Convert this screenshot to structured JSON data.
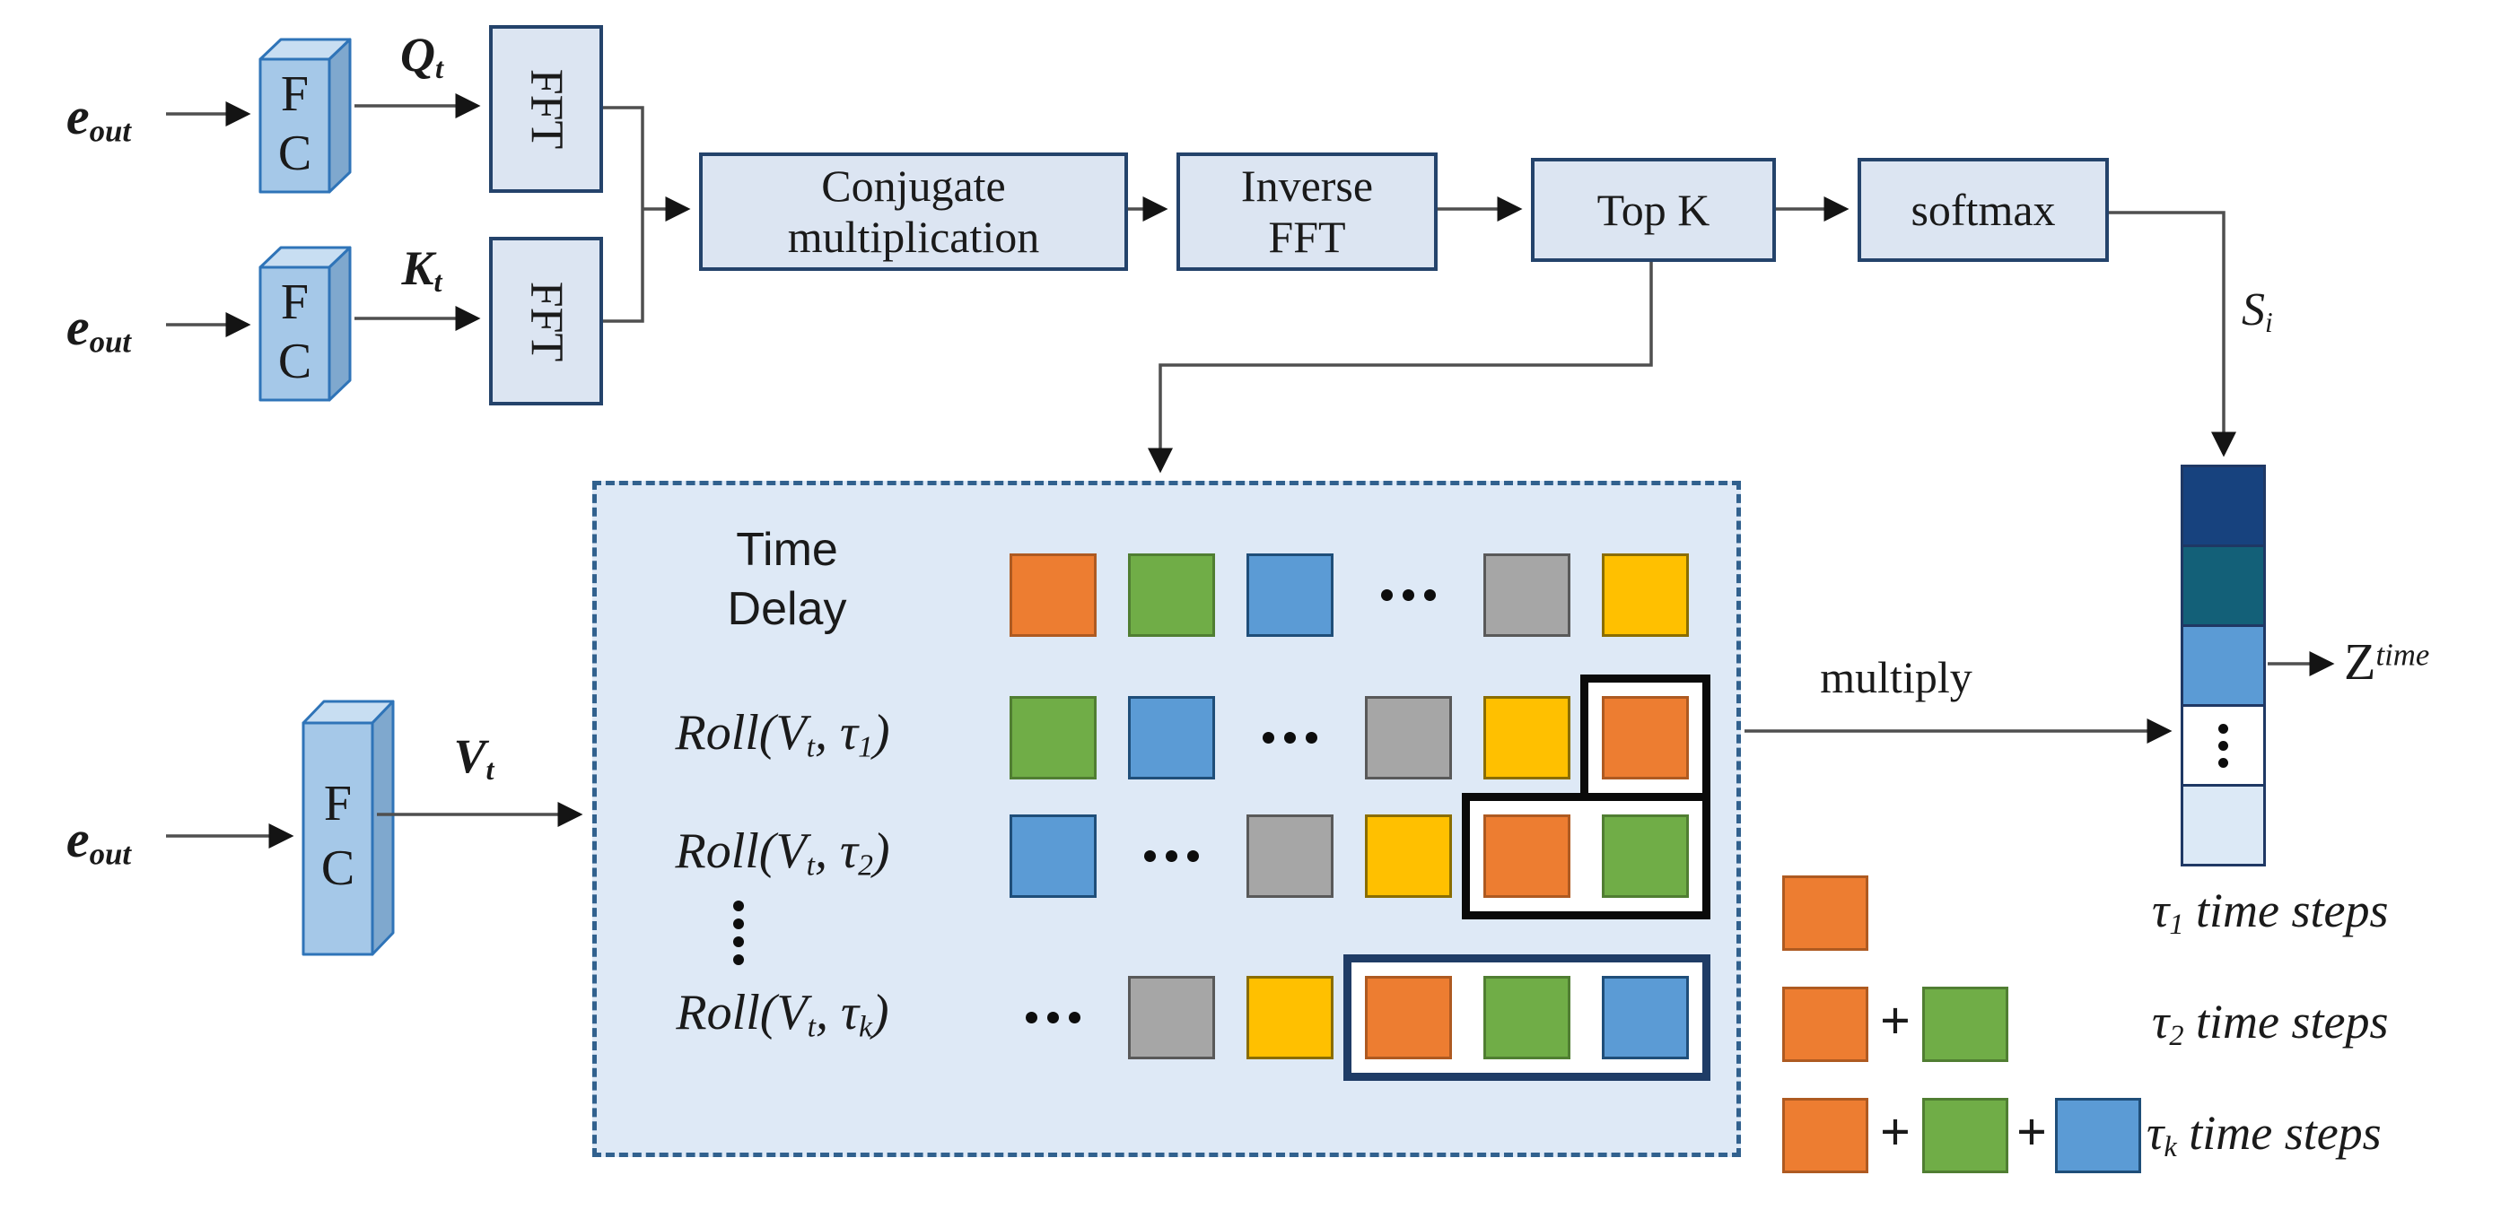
{
  "labels": {
    "e_out": {
      "main": "e",
      "sub": "out"
    },
    "fc": {
      "line1": "F",
      "line2": "C"
    },
    "fft": "FFT",
    "conjugate": {
      "line1": "Conjugate",
      "line2": "multiplication"
    },
    "inverse_fft": {
      "line1": "Inverse",
      "line2": "FFT"
    },
    "top_k": "Top K",
    "softmax": "softmax",
    "q": {
      "main": "Q",
      "sub": "t"
    },
    "k": {
      "main": "K",
      "sub": "t"
    },
    "v": {
      "main": "V",
      "sub": "t"
    },
    "s_i": {
      "main": "S",
      "sub": "i"
    },
    "z_time": {
      "main": "Z",
      "sup": "time"
    },
    "multiply": "multiply",
    "time_delay": {
      "line1": "Time",
      "line2": "Delay"
    }
  },
  "delay_grid": {
    "rows": [
      {
        "id": "time-delay-row",
        "label_parts": [],
        "cells": [
          "orange",
          "green",
          "blue",
          "dots",
          "gray",
          "yellow"
        ],
        "box_range": null,
        "box_color": null
      },
      {
        "id": "roll-tau1-row",
        "label_parts": [
          [
            "t",
            "Roll(V"
          ],
          [
            "s",
            "t"
          ],
          [
            "t",
            ", τ"
          ],
          [
            "s",
            "1"
          ],
          [
            "t",
            ")"
          ]
        ],
        "cells": [
          "green",
          "blue",
          "dots",
          "gray",
          "yellow",
          "orange"
        ],
        "box_range": [
          5,
          5
        ],
        "box_color": "black"
      },
      {
        "id": "roll-tau2-row",
        "label_parts": [
          [
            "t",
            "Roll(V"
          ],
          [
            "s",
            "t"
          ],
          [
            "t",
            ", τ"
          ],
          [
            "s",
            "2"
          ],
          [
            "t",
            ")"
          ]
        ],
        "cells": [
          "blue",
          "dots",
          "gray",
          "yellow",
          "orange",
          "green"
        ],
        "box_range": [
          4,
          5
        ],
        "box_color": "black"
      },
      {
        "id": "roll-tauk-row",
        "label_parts": [
          [
            "t",
            "Roll(V"
          ],
          [
            "s",
            "t"
          ],
          [
            "t",
            ", τ"
          ],
          [
            "s",
            "k"
          ],
          [
            "t",
            ")"
          ]
        ],
        "cells": [
          "dots",
          "gray",
          "yellow",
          "orange",
          "green",
          "blue"
        ],
        "box_range": [
          3,
          5
        ],
        "box_color": "navy"
      }
    ]
  },
  "stack": {
    "cells": [
      "navy",
      "teal",
      "mid",
      "dots",
      "pale"
    ]
  },
  "legend": {
    "plus": "+",
    "rows": [
      {
        "squares": [
          "orange"
        ],
        "label_parts": [
          [
            "t",
            "τ"
          ],
          [
            "s",
            "1"
          ],
          [
            "t",
            " time steps"
          ]
        ]
      },
      {
        "squares": [
          "orange",
          "green"
        ],
        "label_parts": [
          [
            "t",
            "τ"
          ],
          [
            "s",
            "2"
          ],
          [
            "t",
            " time steps"
          ]
        ]
      },
      {
        "squares": [
          "orange",
          "green",
          "blue"
        ],
        "label_parts": [
          [
            "t",
            "τ"
          ],
          [
            "s",
            "k"
          ],
          [
            "t",
            " time steps"
          ]
        ]
      }
    ]
  },
  "colors": {
    "square_fill": {
      "orange": "#ED7D31",
      "green": "#70AD47",
      "blue": "#5B9BD5",
      "gray": "#A6A6A6",
      "yellow": "#FFC000"
    },
    "square_border": {
      "orange": "#AE5A21",
      "green": "#507E32",
      "blue": "#1F4E79",
      "gray": "#595959",
      "yellow": "#8A6D00"
    },
    "stack_fill": {
      "navy": "#17427E",
      "teal": "#136078",
      "mid": "#5B9BD5",
      "dots": "#FFFFFF",
      "pale": "#DCE9F6"
    },
    "stack_border": "#1F3864",
    "box_fill": "#DCE5F2",
    "box_border": "#24436B",
    "dashed_fill": "#DEE9F6",
    "dashed_border": "#31618E",
    "outline_black": "#0A0A0A",
    "outline_navy": "#1F3C66",
    "line": "#4F4F4F",
    "arrow": "#141414",
    "fc_front": "#A5C8E8",
    "fc_top": "#C8DEF2",
    "fc_side": "#7FA8CE",
    "fc_border": "#2F74B8"
  }
}
